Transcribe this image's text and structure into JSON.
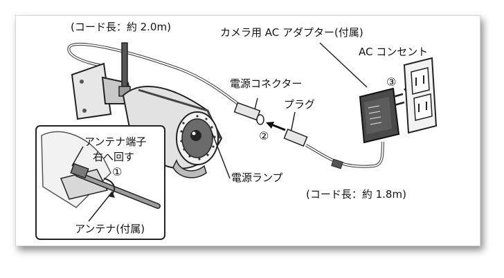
{
  "labels": {
    "cord_top": "(コード長：約 2.0m)",
    "adapter": "カメラ用 AC アダプター(付属)",
    "outlet": "AC コンセント",
    "power_connector": "電源コネクター",
    "plug": "プラグ",
    "antenna_terminal": "アンテナ端子",
    "turn_right": "右へ回す",
    "power_lamp": "電源ランプ",
    "antenna": "アンテナ(付属)",
    "cord_bottom": "(コード長：約 1.8m)"
  },
  "steps": {
    "s1": "①",
    "s2": "②",
    "s3": "③"
  }
}
